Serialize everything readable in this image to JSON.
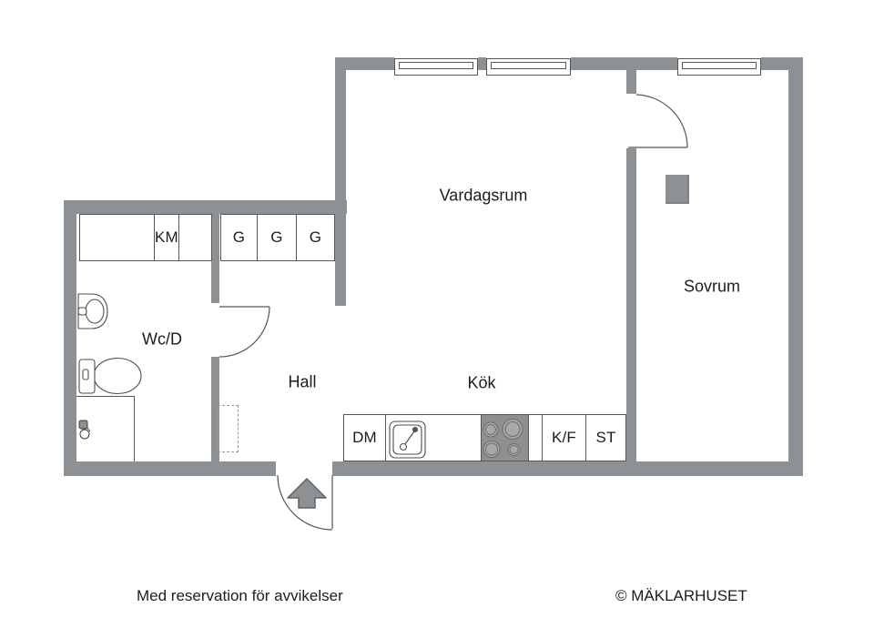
{
  "plan": {
    "rooms": {
      "living_room": "Vardagsrum",
      "bedroom": "Sovrum",
      "bathroom": "Wc/D",
      "hall": "Hall",
      "kitchen": "Kök"
    },
    "cabinets": {
      "km": "KM",
      "g1": "G",
      "g2": "G",
      "g3": "G",
      "dm": "DM",
      "kf": "K/F",
      "st": "ST"
    },
    "footer": {
      "disclaimer": "Med reservation för avvikelser",
      "copyright": "© MÄKLARHUSET"
    },
    "colors": {
      "wall": "#8e9193",
      "line": "#565656",
      "stove_body": "#8d8f91",
      "burner": "#a6a8aa",
      "burner_ring": "#6b6d6f",
      "text": "#1c1c1c"
    }
  }
}
